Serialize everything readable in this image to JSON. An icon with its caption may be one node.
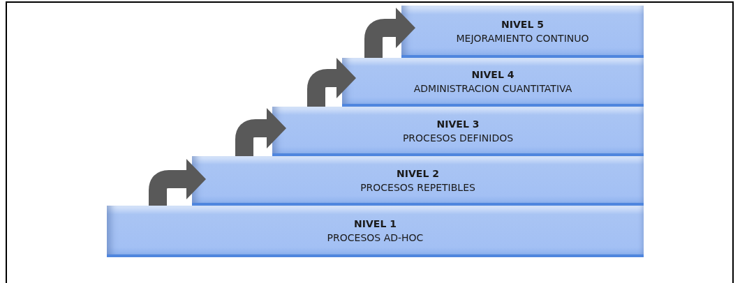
{
  "diagram": {
    "nodes": [
      {
        "text": [
          "NIVEL 5",
          "MEJORAMIENTO CONTINUO"
        ]
      },
      {
        "text": [
          "NIVEL 4",
          "ADMINISTRACION CUANTITATIVA"
        ]
      },
      {
        "text": [
          "NIVEL 3",
          "PROCESOS DEFINIDOS"
        ]
      },
      {
        "text": [
          "NIVEL 2",
          "PROCESOS REPETIBLES"
        ]
      },
      {
        "text": [
          "NIVEL 1",
          "PROCESOS AD-HOC"
        ]
      }
    ],
    "edges": [
      {
        "from": 4,
        "to": 3,
        "arrow": "to"
      },
      {
        "from": 3,
        "to": 2,
        "arrow": "to"
      },
      {
        "from": 2,
        "to": 1,
        "arrow": "to"
      },
      {
        "from": 1,
        "to": 0,
        "arrow": "to"
      }
    ]
  }
}
